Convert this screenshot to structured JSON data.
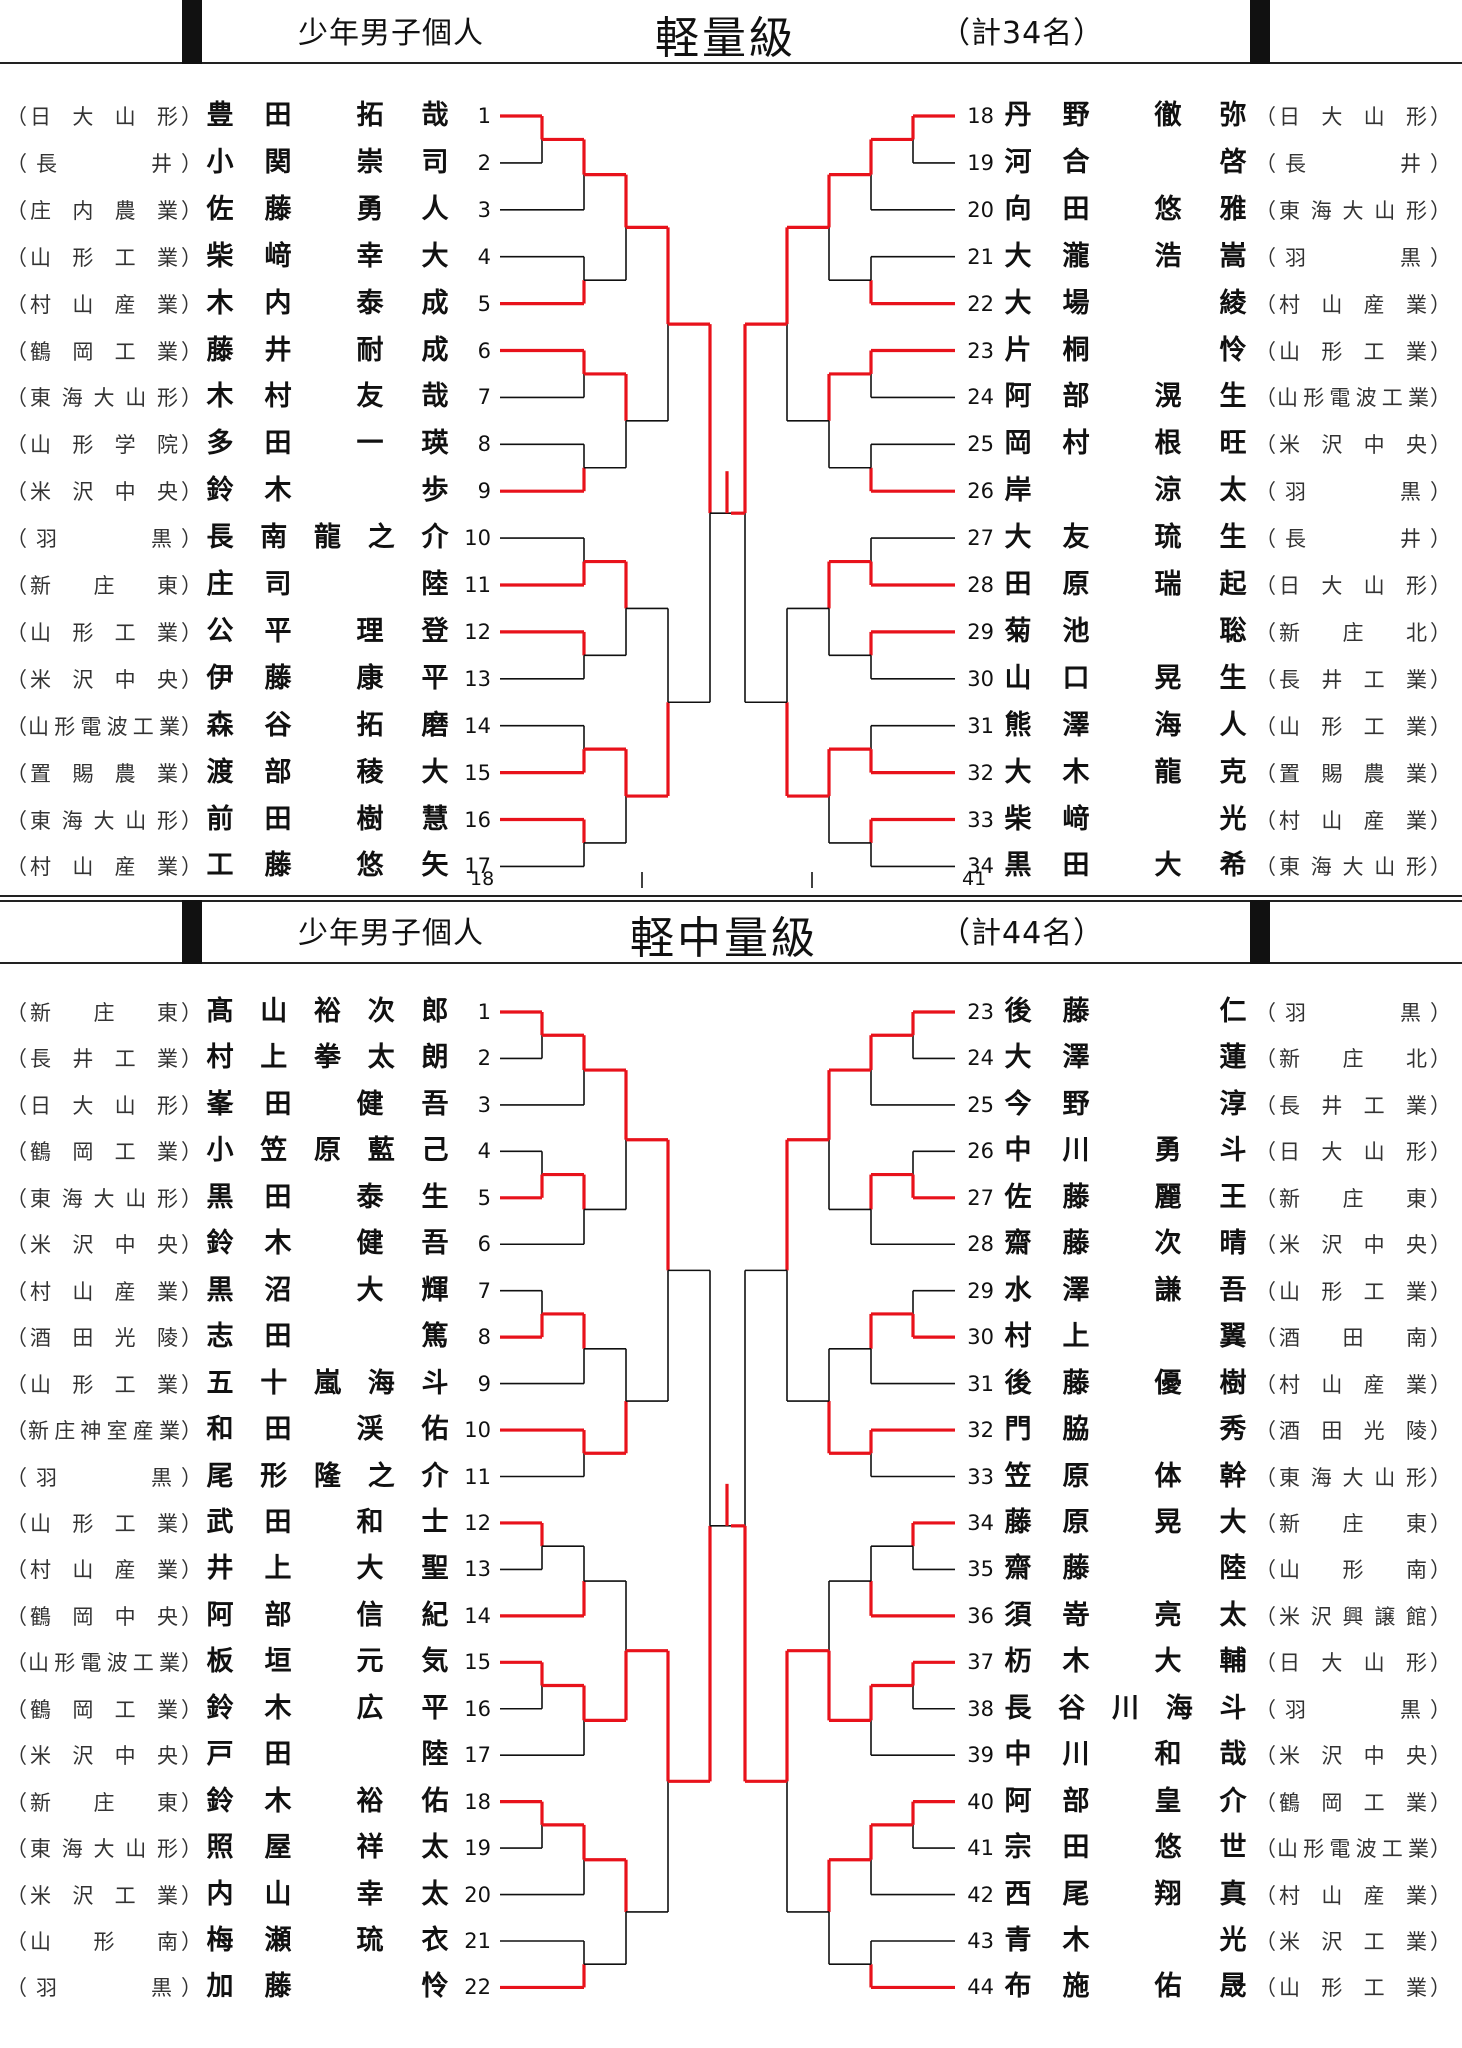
{
  "sections": [
    {
      "subtitle": "少年男子個人",
      "weight_class": "軽量級",
      "count": "（計34名）",
      "left": [
        {
          "num": "1",
          "school": "日大山形",
          "name": [
            "豊",
            "田",
            "拓",
            "哉"
          ]
        },
        {
          "num": "2",
          "school": "長井",
          "name": [
            "小",
            "関",
            "崇",
            "司"
          ]
        },
        {
          "num": "3",
          "school": "庄内農業",
          "name": [
            "佐",
            "藤",
            "勇",
            "人"
          ]
        },
        {
          "num": "4",
          "school": "山形工業",
          "name": [
            "柴",
            "﨑",
            "幸",
            "大"
          ]
        },
        {
          "num": "5",
          "school": "村山産業",
          "name": [
            "木",
            "内",
            "泰",
            "成"
          ]
        },
        {
          "num": "6",
          "school": "鶴岡工業",
          "name": [
            "藤",
            "井",
            "耐",
            "成"
          ]
        },
        {
          "num": "7",
          "school": "東海大山形",
          "name": [
            "木",
            "村",
            "友",
            "哉"
          ]
        },
        {
          "num": "8",
          "school": "山形学院",
          "name": [
            "多",
            "田",
            "一",
            "瑛"
          ]
        },
        {
          "num": "9",
          "school": "米沢中央",
          "name": [
            "鈴",
            "木",
            "",
            "歩"
          ]
        },
        {
          "num": "10",
          "school": "羽黒",
          "name": [
            "長",
            "南",
            "龍",
            "之",
            "介"
          ]
        },
        {
          "num": "11",
          "school": "新庄東",
          "name": [
            "庄",
            "司",
            "",
            "陸"
          ]
        },
        {
          "num": "12",
          "school": "山形工業",
          "name": [
            "公",
            "平",
            "理",
            "登"
          ]
        },
        {
          "num": "13",
          "school": "米沢中央",
          "name": [
            "伊",
            "藤",
            "康",
            "平"
          ]
        },
        {
          "num": "14",
          "school": "山形電波工業",
          "name": [
            "森",
            "谷",
            "拓",
            "磨"
          ]
        },
        {
          "num": "15",
          "school": "置賜農業",
          "name": [
            "渡",
            "部",
            "稜",
            "大"
          ]
        },
        {
          "num": "16",
          "school": "東海大山形",
          "name": [
            "前",
            "田",
            "樹",
            "慧"
          ]
        },
        {
          "num": "17",
          "school": "村山産業",
          "name": [
            "工",
            "藤",
            "悠",
            "矢"
          ]
        }
      ],
      "right": [
        {
          "num": "18",
          "school": "日大山形",
          "name": [
            "丹",
            "野",
            "徹",
            "弥"
          ]
        },
        {
          "num": "19",
          "school": "長井",
          "name": [
            "河",
            "合",
            "",
            "啓"
          ]
        },
        {
          "num": "20",
          "school": "東海大山形",
          "name": [
            "向",
            "田",
            "悠",
            "雅"
          ]
        },
        {
          "num": "21",
          "school": "羽黒",
          "name": [
            "大",
            "瀧",
            "浩",
            "嵩"
          ]
        },
        {
          "num": "22",
          "school": "村山産業",
          "name": [
            "大",
            "場",
            "",
            "綾"
          ]
        },
        {
          "num": "23",
          "school": "山形工業",
          "name": [
            "片",
            "桐",
            "",
            "怜"
          ]
        },
        {
          "num": "24",
          "school": "山形電波工業",
          "name": [
            "阿",
            "部",
            "滉",
            "生"
          ]
        },
        {
          "num": "25",
          "school": "米沢中央",
          "name": [
            "岡",
            "村",
            "根",
            "旺"
          ]
        },
        {
          "num": "26",
          "school": "羽黒",
          "name": [
            "岸",
            "",
            "涼",
            "太"
          ]
        },
        {
          "num": "27",
          "school": "長井",
          "name": [
            "大",
            "友",
            "琉",
            "生"
          ]
        },
        {
          "num": "28",
          "school": "日大山形",
          "name": [
            "田",
            "原",
            "瑞",
            "起"
          ]
        },
        {
          "num": "29",
          "school": "新庄北",
          "name": [
            "菊",
            "池",
            "",
            "聡"
          ]
        },
        {
          "num": "30",
          "school": "長井工業",
          "name": [
            "山",
            "口",
            "晃",
            "生"
          ]
        },
        {
          "num": "31",
          "school": "山形工業",
          "name": [
            "熊",
            "澤",
            "海",
            "人"
          ]
        },
        {
          "num": "32",
          "school": "置賜農業",
          "name": [
            "大",
            "木",
            "龍",
            "克"
          ]
        },
        {
          "num": "33",
          "school": "村山産業",
          "name": [
            "柴",
            "﨑",
            "",
            "光"
          ]
        },
        {
          "num": "34",
          "school": "東海大山形",
          "name": [
            "黒",
            "田",
            "大",
            "希"
          ]
        }
      ],
      "footer_left": "18",
      "footer_right": "41"
    },
    {
      "subtitle": "少年男子個人",
      "weight_class": "軽中量級",
      "count": "（計44名）",
      "left": [
        {
          "num": "1",
          "school": "新庄東",
          "name": [
            "髙",
            "山",
            "裕",
            "次",
            "郎"
          ]
        },
        {
          "num": "2",
          "school": "長井工業",
          "name": [
            "村",
            "上",
            "拳",
            "太",
            "朗"
          ]
        },
        {
          "num": "3",
          "school": "日大山形",
          "name": [
            "峯",
            "田",
            "健",
            "吾"
          ]
        },
        {
          "num": "4",
          "school": "鶴岡工業",
          "name": [
            "小",
            "笠",
            "原",
            "藍",
            "己"
          ]
        },
        {
          "num": "5",
          "school": "東海大山形",
          "name": [
            "黒",
            "田",
            "泰",
            "生"
          ]
        },
        {
          "num": "6",
          "school": "米沢中央",
          "name": [
            "鈴",
            "木",
            "健",
            "吾"
          ]
        },
        {
          "num": "7",
          "school": "村山産業",
          "name": [
            "黒",
            "沼",
            "大",
            "輝"
          ]
        },
        {
          "num": "8",
          "school": "酒田光陵",
          "name": [
            "志",
            "田",
            "",
            "篤"
          ]
        },
        {
          "num": "9",
          "school": "山形工業",
          "name": [
            "五",
            "十",
            "嵐",
            "海",
            "斗"
          ]
        },
        {
          "num": "10",
          "school": "新庄神室産業",
          "name": [
            "和",
            "田",
            "渓",
            "佑"
          ]
        },
        {
          "num": "11",
          "school": "羽黒",
          "name": [
            "尾",
            "形",
            "隆",
            "之",
            "介"
          ]
        },
        {
          "num": "12",
          "school": "山形工業",
          "name": [
            "武",
            "田",
            "和",
            "士"
          ]
        },
        {
          "num": "13",
          "school": "村山産業",
          "name": [
            "井",
            "上",
            "大",
            "聖"
          ]
        },
        {
          "num": "14",
          "school": "鶴岡中央",
          "name": [
            "阿",
            "部",
            "信",
            "紀"
          ]
        },
        {
          "num": "15",
          "school": "山形電波工業",
          "name": [
            "板",
            "垣",
            "元",
            "気"
          ]
        },
        {
          "num": "16",
          "school": "鶴岡工業",
          "name": [
            "鈴",
            "木",
            "広",
            "平"
          ]
        },
        {
          "num": "17",
          "school": "米沢中央",
          "name": [
            "戸",
            "田",
            "",
            "陸"
          ]
        },
        {
          "num": "18",
          "school": "新庄東",
          "name": [
            "鈴",
            "木",
            "裕",
            "佑"
          ]
        },
        {
          "num": "19",
          "school": "東海大山形",
          "name": [
            "照",
            "屋",
            "祥",
            "太"
          ]
        },
        {
          "num": "20",
          "school": "米沢工業",
          "name": [
            "内",
            "山",
            "幸",
            "太"
          ]
        },
        {
          "num": "21",
          "school": "山形南",
          "name": [
            "梅",
            "瀬",
            "琉",
            "衣"
          ]
        },
        {
          "num": "22",
          "school": "羽黒",
          "name": [
            "加",
            "藤",
            "",
            "怜"
          ]
        }
      ],
      "right": [
        {
          "num": "23",
          "school": "羽黒",
          "name": [
            "後",
            "藤",
            "",
            "仁"
          ]
        },
        {
          "num": "24",
          "school": "新庄北",
          "name": [
            "大",
            "澤",
            "",
            "蓮"
          ]
        },
        {
          "num": "25",
          "school": "長井工業",
          "name": [
            "今",
            "野",
            "",
            "淳"
          ]
        },
        {
          "num": "26",
          "school": "日大山形",
          "name": [
            "中",
            "川",
            "勇",
            "斗"
          ]
        },
        {
          "num": "27",
          "school": "新庄東",
          "name": [
            "佐",
            "藤",
            "麗",
            "王"
          ]
        },
        {
          "num": "28",
          "school": "米沢中央",
          "name": [
            "齋",
            "藤",
            "次",
            "晴"
          ]
        },
        {
          "num": "29",
          "school": "山形工業",
          "name": [
            "水",
            "澤",
            "謙",
            "吾"
          ]
        },
        {
          "num": "30",
          "school": "酒田南",
          "name": [
            "村",
            "上",
            "",
            "翼"
          ]
        },
        {
          "num": "31",
          "school": "村山産業",
          "name": [
            "後",
            "藤",
            "優",
            "樹"
          ]
        },
        {
          "num": "32",
          "school": "酒田光陵",
          "name": [
            "門",
            "脇",
            "",
            "秀"
          ]
        },
        {
          "num": "33",
          "school": "東海大山形",
          "name": [
            "笠",
            "原",
            "体",
            "幹"
          ]
        },
        {
          "num": "34",
          "school": "新庄東",
          "name": [
            "藤",
            "原",
            "晃",
            "大"
          ]
        },
        {
          "num": "35",
          "school": "山形南",
          "name": [
            "齋",
            "藤",
            "",
            "陸"
          ]
        },
        {
          "num": "36",
          "school": "米沢興譲館",
          "name": [
            "須",
            "嵜",
            "亮",
            "太"
          ]
        },
        {
          "num": "37",
          "school": "日大山形",
          "name": [
            "杤",
            "木",
            "大",
            "輔"
          ]
        },
        {
          "num": "38",
          "school": "羽黒",
          "name": [
            "長",
            "谷",
            "川",
            "海",
            "斗"
          ]
        },
        {
          "num": "39",
          "school": "米沢中央",
          "name": [
            "中",
            "川",
            "和",
            "哉"
          ]
        },
        {
          "num": "40",
          "school": "鶴岡工業",
          "name": [
            "阿",
            "部",
            "皇",
            "介"
          ]
        },
        {
          "num": "41",
          "school": "山形電波工業",
          "name": [
            "宗",
            "田",
            "悠",
            "世"
          ]
        },
        {
          "num": "42",
          "school": "村山産業",
          "name": [
            "西",
            "尾",
            "翔",
            "真"
          ]
        },
        {
          "num": "43",
          "school": "米沢工業",
          "name": [
            "青",
            "木",
            "",
            "光"
          ]
        },
        {
          "num": "44",
          "school": "山形工業",
          "name": [
            "布",
            "施",
            "佑",
            "晟"
          ]
        }
      ]
    }
  ],
  "colors": {
    "win_line": "#e8121b",
    "line": "#111111",
    "text": "#111111"
  }
}
